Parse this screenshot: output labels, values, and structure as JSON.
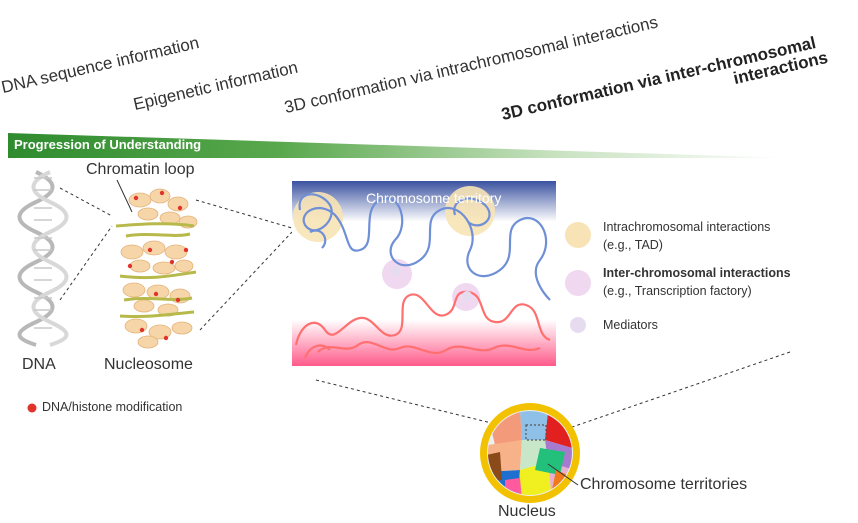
{
  "stages": {
    "dna_sequence": "DNA sequence information",
    "epigenetic": "Epigenetic  information",
    "intra_3d": "3D conformation  via intrachromosomal interactions",
    "inter_3d_line1": "3D conformation via inter-chromosomal",
    "inter_3d_line2": "interactions"
  },
  "progress_bar": {
    "label": "Progression of Understanding",
    "color_start": "#2e8b2e",
    "color_end": "#ffffff"
  },
  "left_panel": {
    "chromatin_loop": "Chromatin loop",
    "dna": "DNA",
    "nucleosome": "Nucleosome",
    "modification_legend": "DNA/histone modification",
    "modification_color": "#e0332b"
  },
  "territory_panel": {
    "title": "Chromosome territory",
    "top_color": "#3a52a0",
    "bottom_color": "#ff5a8a",
    "strand_blue": "#6f8fd6",
    "strand_red": "#ff6f6f"
  },
  "legend": {
    "intra_line1": "Intrachromosomal interactions",
    "intra_line2": "(e.g., TAD)",
    "intra_color": "#f7e3b5",
    "inter_line1": "Inter-chromosomal interactions",
    "inter_line2": "(e.g., Transcription factory)",
    "inter_color": "#f0d8f0",
    "mediators": "Mediators",
    "mediator_color": "#e6dcf0"
  },
  "nucleus": {
    "territories_label": "Chromosome territories",
    "nucleus_label": "Nucleus",
    "rim_color": "#f2c200"
  }
}
